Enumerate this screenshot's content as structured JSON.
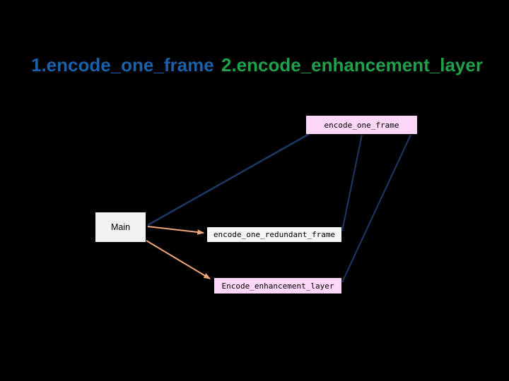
{
  "page": {
    "background": "#000000"
  },
  "title": {
    "part1": {
      "text": "1.encode_one_frame",
      "color": "#1A61AC"
    },
    "part2": {
      "text": "2.encode_enhancement_layer",
      "color": "#1FA04A"
    }
  },
  "diagram": {
    "nodes": {
      "encode_one_frame": {
        "label": "encode_one_frame",
        "fill": "#FBD6F7",
        "text_color": "#000000"
      },
      "main": {
        "label": "Main",
        "fill": "#F2F2F2",
        "text_color": "#000000"
      },
      "encode_one_redundant_frame": {
        "label": "encode_one_redundant_frame",
        "fill": "#F5F5F5",
        "text_color": "#000000"
      },
      "encode_enhancement_layer": {
        "label": "Encode_enhancement_layer",
        "fill": "#FBD6F7",
        "text_color": "#000000"
      }
    },
    "edges": [
      {
        "name": "main-to-encode-one-frame",
        "from": "main",
        "to": "encode_one_frame",
        "color": "#1F3865",
        "arrow": false
      },
      {
        "name": "encode-one-frame-to-encode-one-redundant-frame",
        "from": "encode_one_frame",
        "to": "encode_one_redundant_frame",
        "color": "#1F3865",
        "arrow": false
      },
      {
        "name": "encode-one-frame-to-encode-enhancement-layer",
        "from": "encode_one_frame",
        "to": "encode_enhancement_layer",
        "color": "#1F3865",
        "arrow": false
      },
      {
        "name": "main-to-encode-one-redundant-frame",
        "from": "main",
        "to": "encode_one_redundant_frame",
        "color": "#EFA679",
        "arrow": true
      },
      {
        "name": "main-to-encode-enhancement-layer",
        "from": "main",
        "to": "encode_enhancement_layer",
        "color": "#EFA679",
        "arrow": true
      }
    ],
    "connector_colors": {
      "blue": "#1F3865",
      "orange": "#EFA679"
    }
  }
}
